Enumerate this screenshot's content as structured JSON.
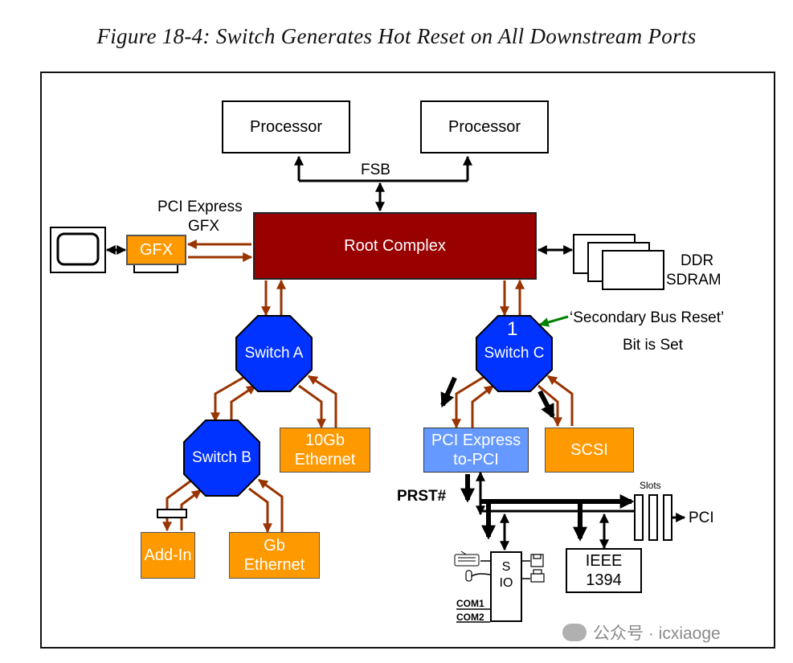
{
  "title": "Figure 18-4: Switch Generates Hot Reset on All Downstream Ports",
  "boxes": {
    "processor_left": "Processor",
    "processor_right": "Processor",
    "root_complex": "Root Complex",
    "gfx": "GFX",
    "switch_a": "Switch A",
    "switch_b": "Switch B",
    "switch_c": "Switch C",
    "ethernet_10gb_line1": "10Gb",
    "ethernet_10gb_line2": "Ethernet",
    "gb_ethernet_line1": "Gb",
    "gb_ethernet_line2": "Ethernet",
    "add_in": "Add-In",
    "pci_express_to_pci_line1": "PCI Express",
    "pci_express_to_pci_line2": "to-PCI",
    "scsi": "SCSI",
    "sio_line1": "S",
    "sio_line2": "IO",
    "ieee_line1": "IEEE",
    "ieee_line2": "1394"
  },
  "labels": {
    "fsb": "FSB",
    "pci_express_gfx_line1": "PCI Express",
    "pci_express_gfx_line2": "GFX",
    "ddr_line1": "DDR",
    "ddr_line2": "SDRAM",
    "secondary_bus_reset_line1": "‘Secondary Bus Reset’",
    "secondary_bus_reset_line2": "Bit is Set",
    "step_number": "1",
    "prst": "PRST#",
    "slots": "Slots",
    "pci": "PCI",
    "com1": "COM1",
    "com2": "COM2"
  },
  "watermark": "公众号 · icxiaoge",
  "icons": [
    "monitor-icon",
    "keyboard-icon",
    "mouse-icon",
    "floppy-icon",
    "printer-icon"
  ],
  "colors": {
    "root_complex": "#990000",
    "device": "#ff9900",
    "bridge": "#6699ff",
    "switch": "#0033ff",
    "link_arrow": "#993300",
    "pointer_arrow": "#008000"
  }
}
